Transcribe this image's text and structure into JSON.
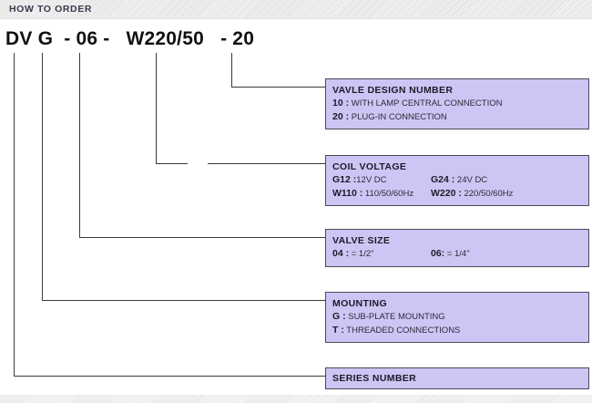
{
  "header": {
    "title": "HOW TO ORDER"
  },
  "order_code": "DV G  - 06 -   W220/50   - 20",
  "callouts": {
    "valve_design_number": {
      "title": "VAVLE DESIGN NUMBER",
      "rows": [
        {
          "code": "10 :",
          "text": " WITH LAMP CENTRAL CONNECTION"
        },
        {
          "code": "20 :",
          "text": " PLUG-IN CONNECTION"
        }
      ]
    },
    "coil_voltage": {
      "title": "COIL VOLTAGE",
      "rows": [
        {
          "left_code": "G12 :",
          "left_text": "12V DC",
          "right_code": "G24 :",
          "right_text": " 24V DC"
        },
        {
          "left_code": "W110 :",
          "left_text": " 110/50/60Hz",
          "right_code": "W220 :",
          "right_text": " 220/50/60Hz"
        }
      ]
    },
    "valve_size": {
      "title": "VALVE SIZE",
      "row": {
        "left_code": "04 :",
        "left_text": " = 1/2\"",
        "right_code": "06:",
        "right_text": " = 1/4\""
      }
    },
    "mounting": {
      "title": "MOUNTING",
      "rows": [
        {
          "code": "G :",
          "text": " SUB-PLATE MOUNTING"
        },
        {
          "code": "T :",
          "text": " THREADED CONNECTIONS"
        }
      ]
    },
    "series_number": {
      "title": "SERIES NUMBER"
    }
  },
  "colors": {
    "callout_fill": "#CCC6F5",
    "callout_border": "#4A4A55",
    "leader_line": "#3A3A3A",
    "header_bg": "#F2F2F2",
    "text_dark": "#1C1C28"
  }
}
